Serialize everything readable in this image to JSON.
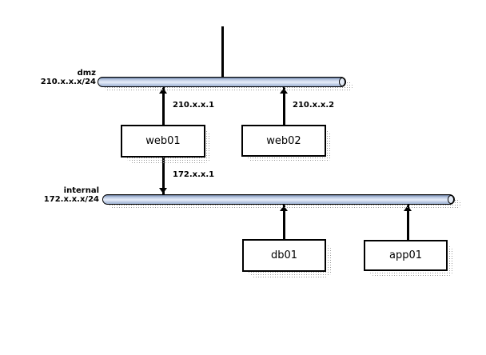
{
  "diagram": {
    "type": "network-diagram",
    "networks": [
      {
        "name": "dmz",
        "cidr": "210.x.x.x/24"
      },
      {
        "name": "internal",
        "cidr": "172.x.x.x/24"
      }
    ],
    "nodes": [
      {
        "label": "web01"
      },
      {
        "label": "web02"
      },
      {
        "label": "db01"
      },
      {
        "label": "app01"
      }
    ],
    "connections": [
      {
        "network": "dmz",
        "node": "web01",
        "address": "210.x.x.1"
      },
      {
        "network": "dmz",
        "node": "web02",
        "address": "210.x.x.2"
      },
      {
        "network": "internal",
        "node": "web01",
        "address": "172.x.x.1"
      },
      {
        "network": "internal",
        "node": "db01",
        "address": ""
      },
      {
        "network": "internal",
        "node": "app01",
        "address": ""
      },
      {
        "network": "dmz",
        "node": "uplink",
        "address": ""
      }
    ],
    "colors": {
      "bar_fill": "#c7d4ea",
      "bar_highlight": "#e7eef9",
      "bar_shade": "#9db0d0",
      "outline": "#000000",
      "node_fill": "#ffffff",
      "shadow": "#9a9a9a",
      "background": "#ffffff"
    }
  }
}
